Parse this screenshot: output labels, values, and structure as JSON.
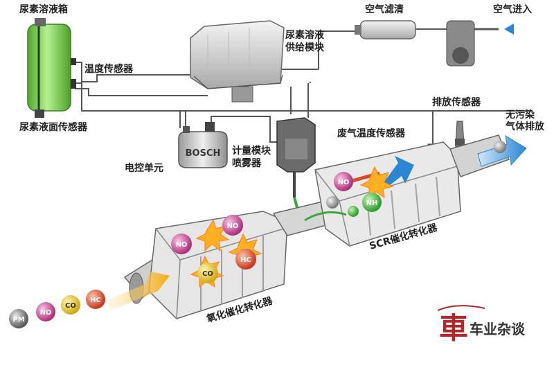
{
  "labels": {
    "urea_tank": "尿素溶液箱",
    "temp_sensor": "温度传感器",
    "level_sensor": "尿素液面传感器",
    "supply_module": "尿素溶液\n供给模块",
    "air_filter": "空气滤清",
    "air_in": "空气进入",
    "exhaust_sensor": "排放传感器",
    "clean_exhaust": "无污染\n气体排放",
    "ecu": "电控单元",
    "dosing_module": "计量模块\n喷雾器",
    "exhaust_temp_sensor": "废气温度传感器",
    "scr_catalyst": "SCR催化转化器",
    "oxidation_catalyst": "氧化催化转化器",
    "bosch": "BOSCH"
  },
  "molecules": {
    "pm": "PM",
    "no": "NO",
    "co": "CO",
    "hc": "HC",
    "nh": "NH"
  },
  "logo": {
    "char": "車",
    "text": "车业杂谈"
  },
  "colors": {
    "pm": "#7a7a7a",
    "no": "#c8378a",
    "co": "#e0c020",
    "hc": "#d94a2a",
    "nh": "#3aa83a",
    "urea": "#7fd35a",
    "arrow": "#3a8fd0",
    "flow": "#f2b21e",
    "logo": "#b0282d"
  }
}
